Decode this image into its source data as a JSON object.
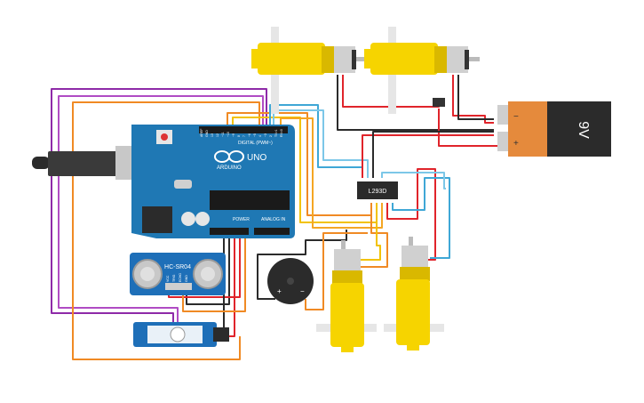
{
  "arduino": {
    "brand": "ARDUINO",
    "model": "UNO",
    "digital_label": "DIGITAL (PWM~)",
    "power_label": "POWER",
    "analog_label": "ANALOG IN",
    "header_pins": [
      "AREF",
      "GND",
      "13",
      "12",
      "~11",
      "~10",
      "~9",
      "8",
      "7",
      "~6",
      "~5",
      "4",
      "~3",
      "2",
      "TX>1",
      "RX<0"
    ]
  },
  "sensor": {
    "label": "HC-SR04",
    "pins": [
      "VCC",
      "TRIG",
      "ECHO",
      "GND"
    ]
  },
  "driver": {
    "label": "L293D"
  },
  "battery": {
    "label": "9V"
  },
  "buzzer": {
    "plus": "+",
    "minus": "−"
  },
  "colors": {
    "board": "#1f78b4",
    "motor_yellow": "#f6d400",
    "wire_red": "#e0242b",
    "wire_black": "#2b2b2b",
    "wire_orange": "#f08a24",
    "wire_purple": "#8e2aa8",
    "wire_blue": "#3fa7d6",
    "wire_yellow": "#f2c200",
    "servo_blue": "#1e6fb8",
    "battery_orange": "#e58a3c"
  }
}
